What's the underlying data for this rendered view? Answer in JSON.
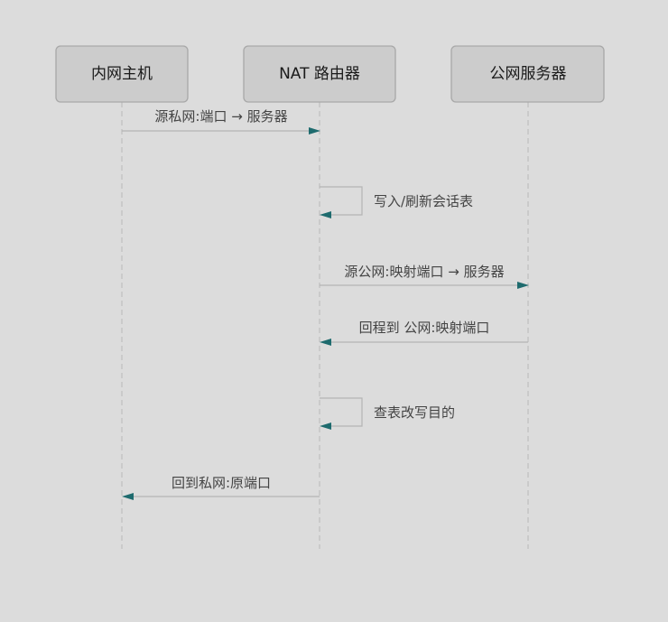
{
  "actors": [
    {
      "id": "host",
      "label": "内网主机"
    },
    {
      "id": "nat",
      "label": "NAT 路由器"
    },
    {
      "id": "server",
      "label": "公网服务器"
    }
  ],
  "messages": [
    {
      "from": "host",
      "to": "nat",
      "label": "源私网:端口 → 服务器"
    },
    {
      "from": "nat",
      "to": "nat",
      "label": "写入/刷新会话表"
    },
    {
      "from": "nat",
      "to": "server",
      "label": "源公网:映射端口 → 服务器"
    },
    {
      "from": "server",
      "to": "nat",
      "label": "回程到 公网:映射端口"
    },
    {
      "from": "nat",
      "to": "nat",
      "label": "查表改写目的"
    },
    {
      "from": "nat",
      "to": "host",
      "label": "回到私网:原端口"
    }
  ],
  "colors": {
    "background": "#dcdcdc",
    "actor_fill": "#cccccc",
    "arrow_head": "#1e6b6e"
  }
}
